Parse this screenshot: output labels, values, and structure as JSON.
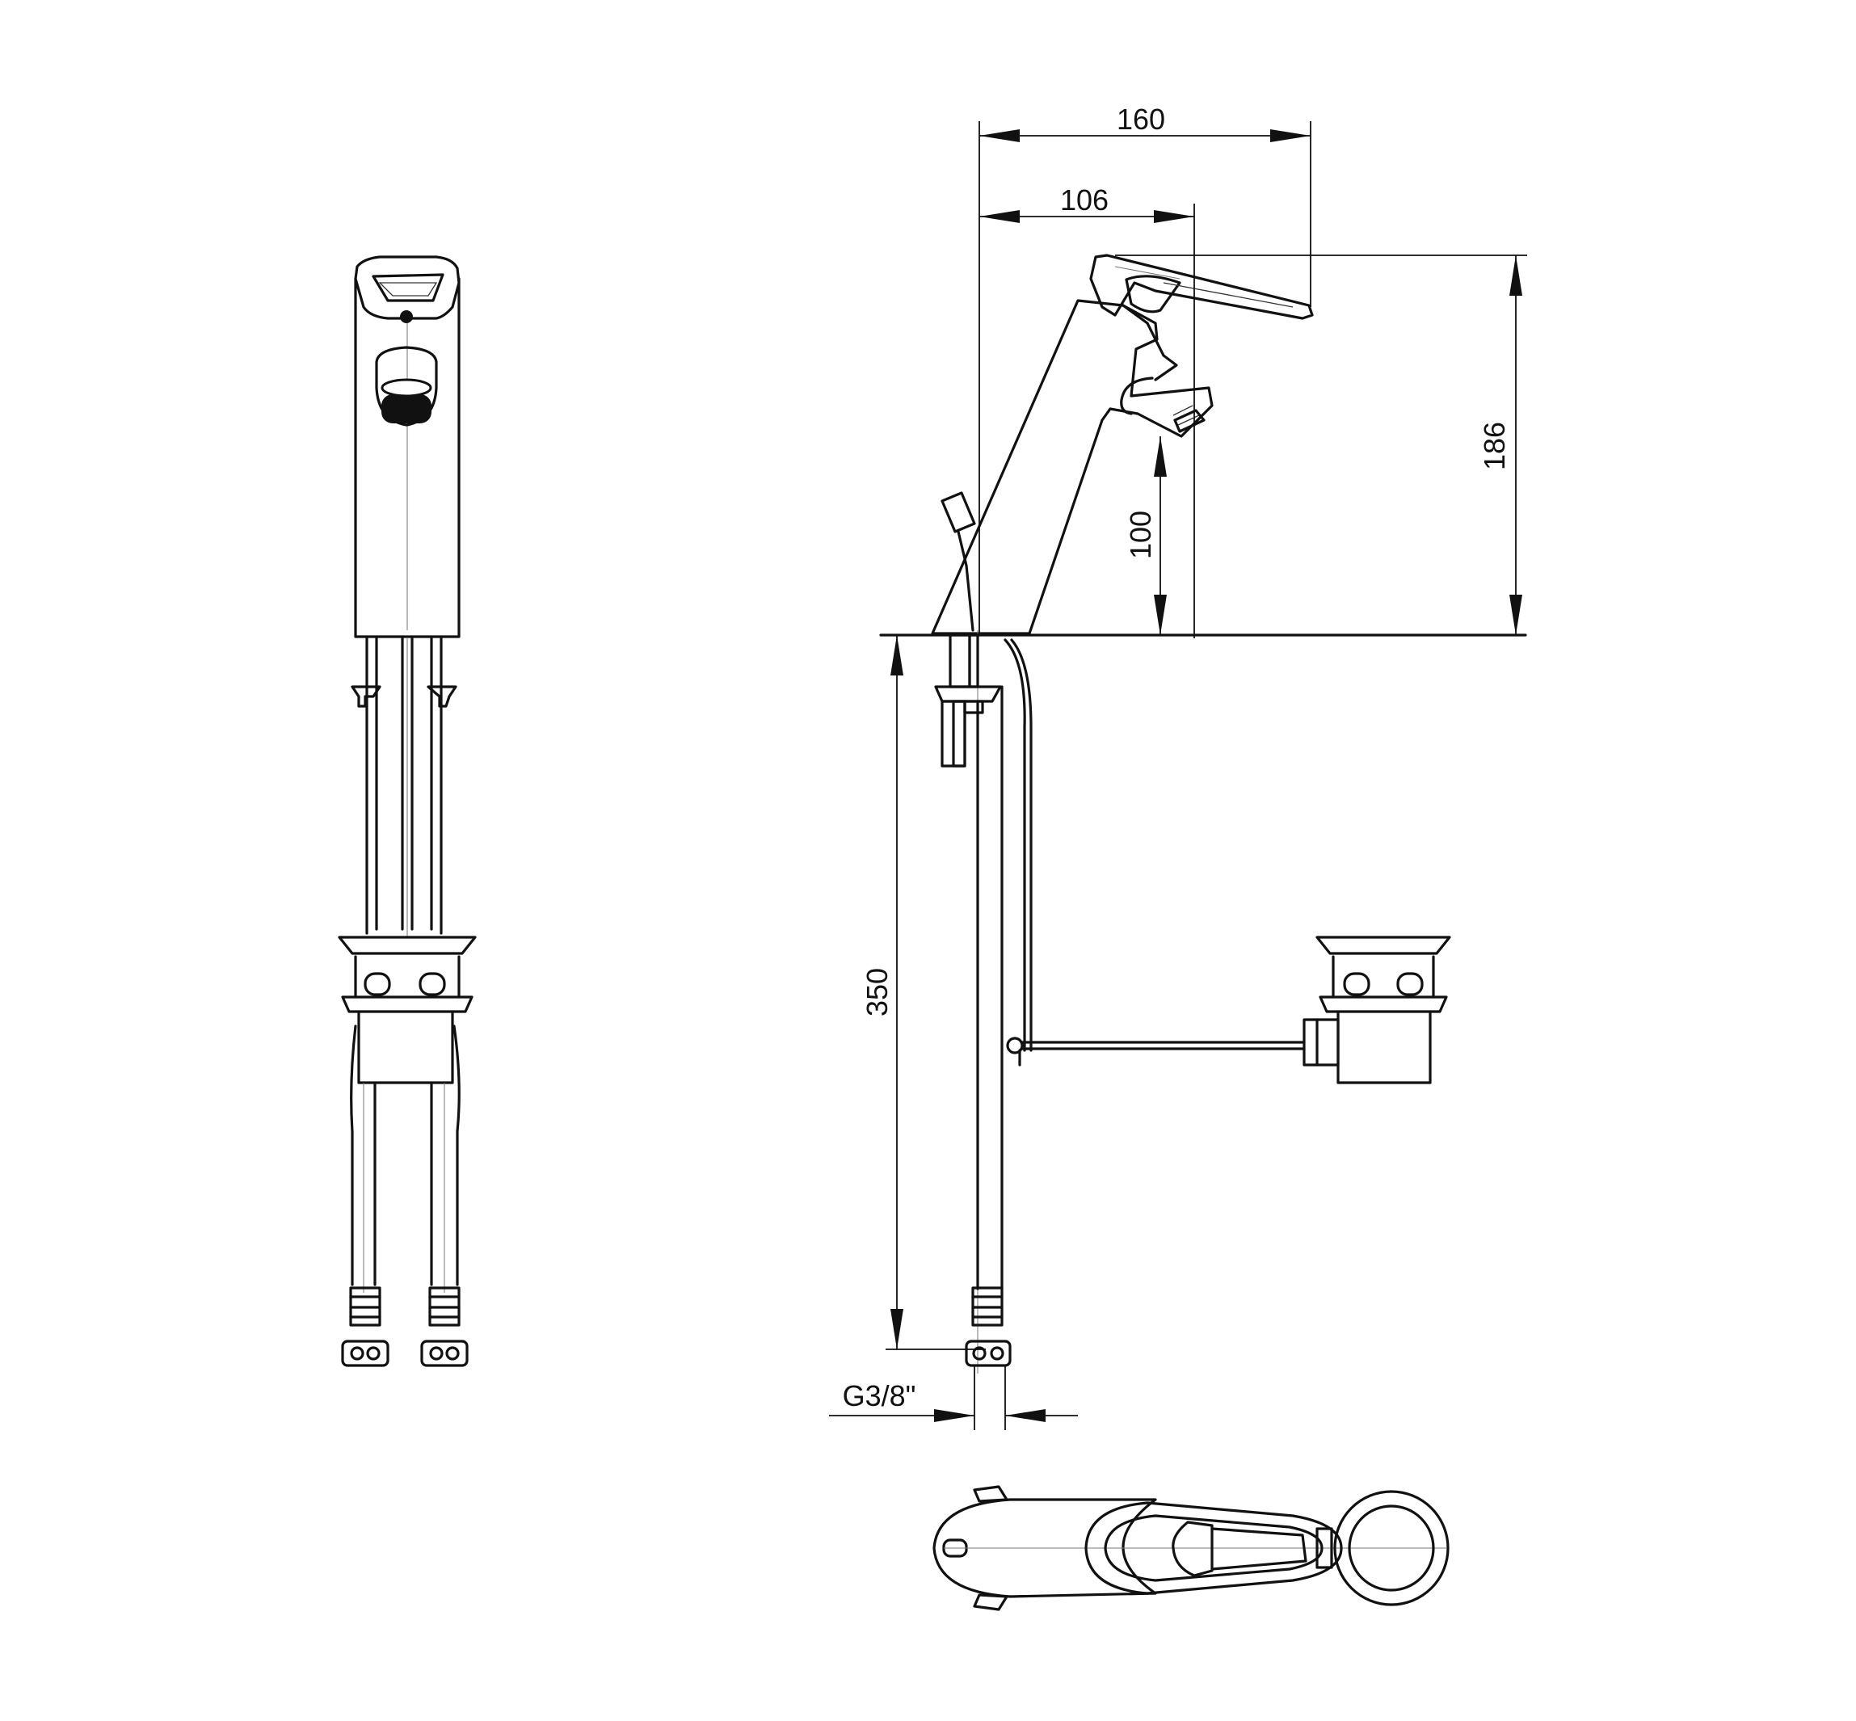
{
  "dimensions": {
    "overall_width": "160",
    "spout_reach": "106",
    "overall_height": "186",
    "spout_height": "100",
    "hose_length": "350",
    "connection_thread": "G3/8\""
  },
  "colors": {
    "line": "#111111",
    "background": "#ffffff"
  }
}
